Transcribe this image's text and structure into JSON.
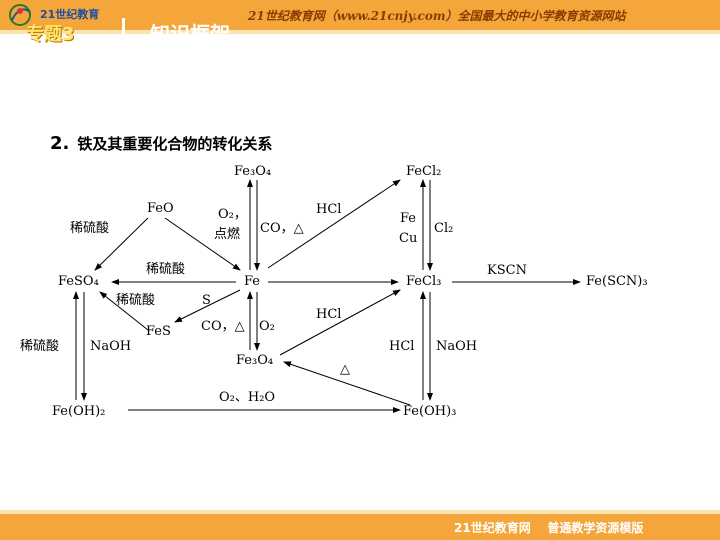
{
  "header": {
    "logo_text": "21世纪教育",
    "ribbon": "专题3",
    "section": "知识框架",
    "site": "21世纪教育网（www.21cnjy.com）全国最大的中小学教育资源网站"
  },
  "footer": {
    "text": "21世纪教育网    普通教学资源模版"
  },
  "heading": {
    "number": "2.",
    "title": "铁及其重要化合物的转化关系"
  },
  "diagram": {
    "nodes": {
      "fe3o4_top": "Fe₃O₄",
      "fecl2": "FeCl₂",
      "feo": "FeO",
      "feso4": "FeSO₄",
      "fe": "Fe",
      "fecl3": "FeCl₃",
      "fescn3": "Fe(SCN)₃",
      "fes": "FeS",
      "fe3o4_mid": "Fe₃O₄",
      "feoh2": "Fe(OH)₂",
      "feoh3": "Fe(OH)₃"
    },
    "edges": {
      "o2_dianran": "O₂，",
      "dianran": "点燃",
      "co_delta_top": "CO，△",
      "hcl_top": "HCl",
      "fe_cu_1": "Fe",
      "fe_cu_2": "Cu",
      "cl2": "Cl₂",
      "xiliusuan_feo": "稀硫酸",
      "xiliusuan_fe": "稀硫酸",
      "kscn": "KSCN",
      "xiliusuan_fes": "稀硫酸",
      "s": "S",
      "co_delta_mid": "CO，△",
      "o2_mid": "O₂",
      "hcl_mid": "HCl",
      "xiliusuan_left": "稀硫酸",
      "naoh_left": "NaOH",
      "hcl_right": "HCl",
      "naoh_right": "NaOH",
      "delta": "△",
      "o2_h2o": "O₂、H₂O"
    }
  }
}
